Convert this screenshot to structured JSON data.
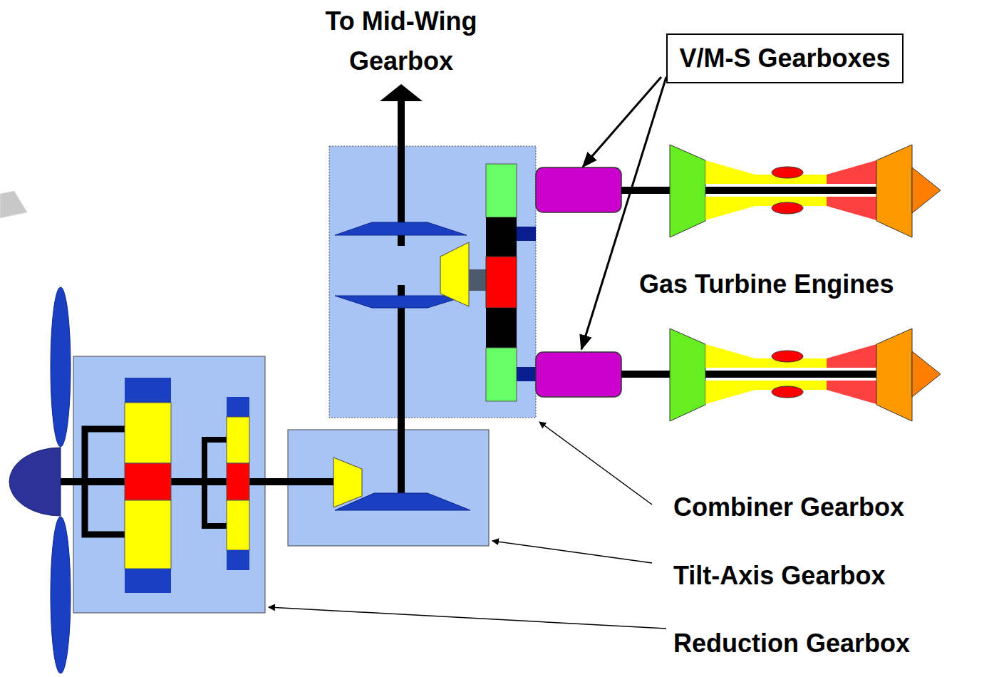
{
  "diagram": {
    "nodes": [
      {
        "text": [
          "V/M-S Gearboxes"
        ]
      }
    ],
    "labels": [
      "To Mid-Wing Gearbox",
      "Gas Turbine Engines",
      "Combiner Gearbox",
      "Tilt-Axis Gearbox",
      "Reduction Gearbox"
    ]
  }
}
